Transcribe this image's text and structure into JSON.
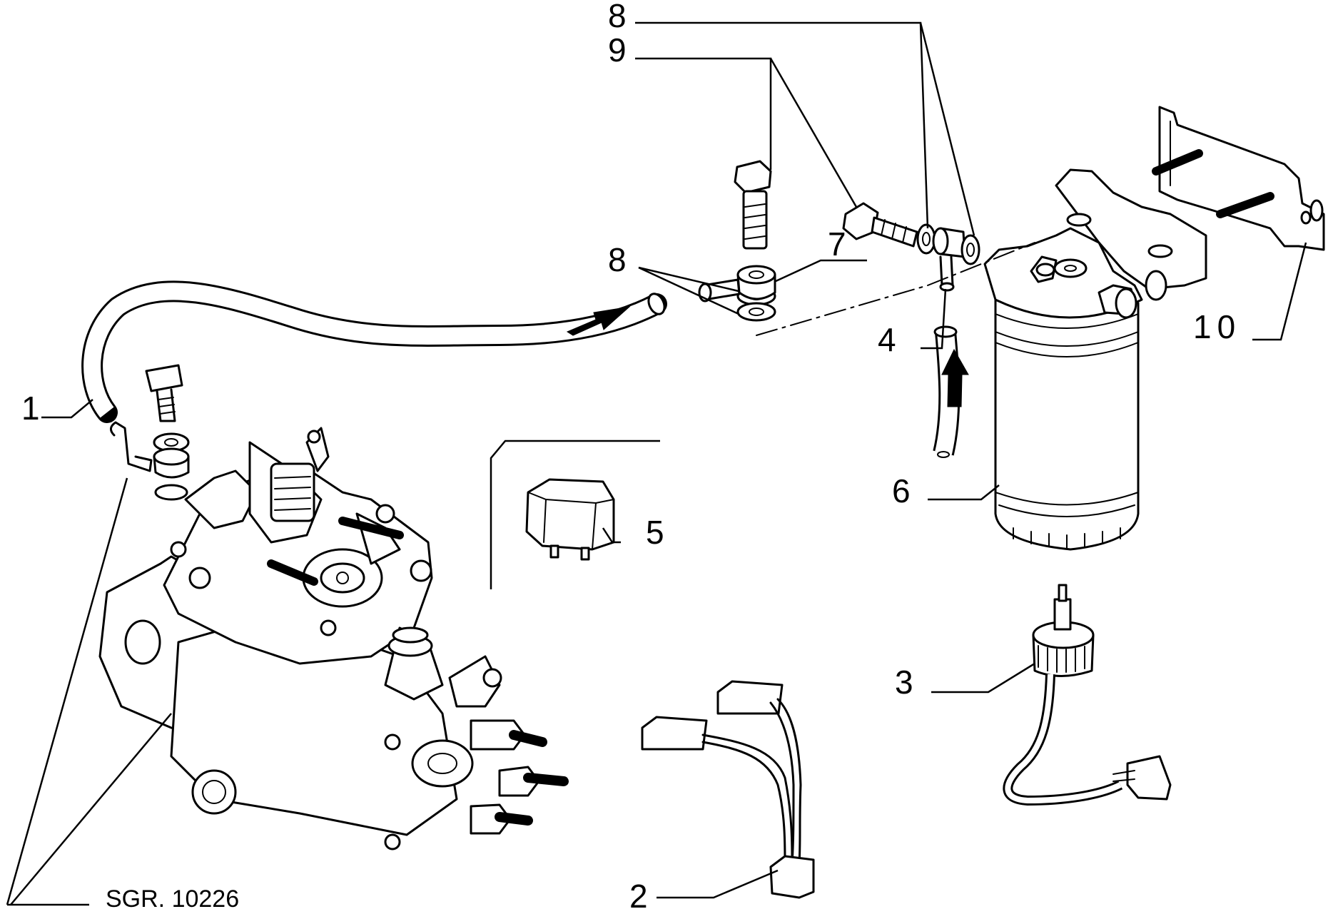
{
  "drawing_code": "SGR. 10226",
  "callouts": {
    "c1": "1",
    "c2": "2",
    "c3": "3",
    "c4": "4",
    "c5": "5",
    "c6": "6",
    "c7": "7",
    "c8_top": "8",
    "c8_mid": "8",
    "c9": "9",
    "c10": "10"
  }
}
